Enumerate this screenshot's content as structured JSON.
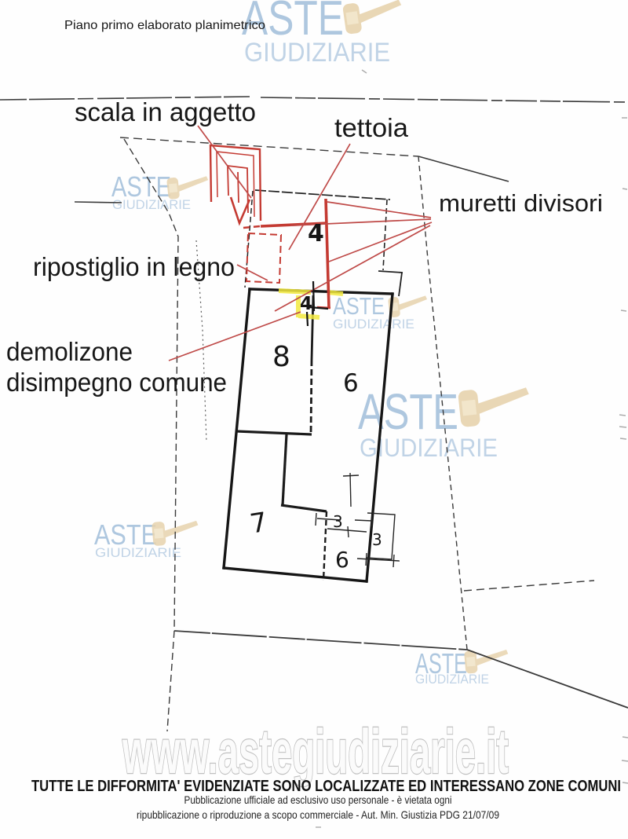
{
  "header": {
    "title": "Piano primo elaborato planimetrico"
  },
  "plan": {
    "labels": {
      "scala": "scala in aggetto",
      "tettoia": "tettoia",
      "muretti": "muretti divisori",
      "ripostiglio": "ripostiglio in legno",
      "demolizione_line1": "demolizone",
      "demolizione_line2": "disimpegno comune"
    },
    "rooms": {
      "courtyard": "4",
      "door": "4",
      "room8": "8",
      "room6": "6",
      "room7": "7",
      "dim3a": "3",
      "dim3b": "3",
      "room6low": "6"
    }
  },
  "watermark": {
    "brand_line1": "ASTE",
    "brand_line2": "GIUDIZIARIE",
    "url": "www.astegiudiziarie.it"
  },
  "footer": {
    "disclaimer": "TUTTE LE DIFFORMITA' EVIDENZIATE SONO LOCALIZZATE ED INTERESSANO ZONE COMUNI",
    "notice1": "Pubblicazione ufficiale ad esclusivo uso personale - è vietata ogni",
    "notice2": "ripubblicazione o riproduzione a scopo commerciale - Aut. Min. Giustizia PDG 21/07/09"
  },
  "colors": {
    "plan_red": "#c43a32",
    "highlight_yellow": "#f2e93e",
    "watermark_blue": "#a4c0db",
    "gavel_beige": "#e7d3ae",
    "ink_black": "#161616"
  }
}
